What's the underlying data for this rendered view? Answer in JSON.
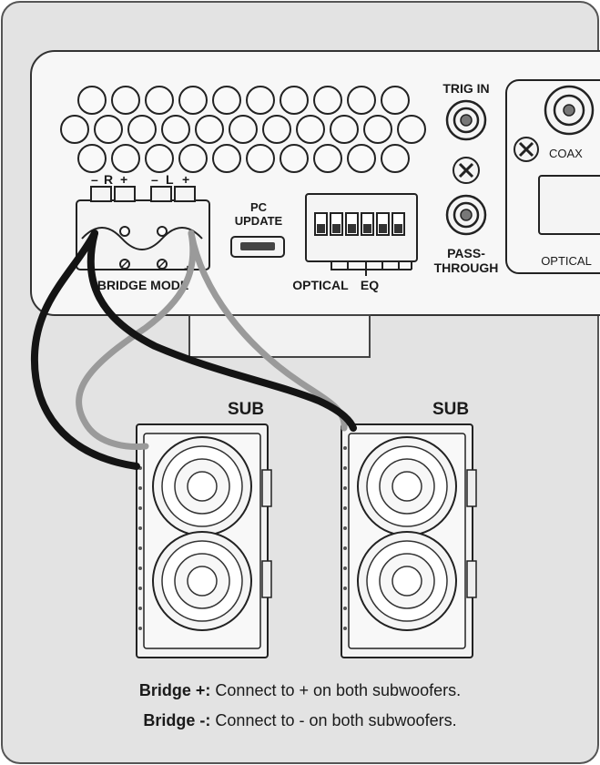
{
  "panel": {
    "terminal": {
      "r_minus": "–",
      "r_label": "R",
      "r_plus": "+",
      "l_minus": "–",
      "l_label": "L",
      "l_plus": "+",
      "bottom_minus": "–",
      "bottom_plus": "+"
    },
    "bridge_mode": "BRIDGE MODE",
    "pc_update_line1": "PC",
    "pc_update_line2": "UPDATE",
    "optical_label": "OPTICAL",
    "eq_label": "EQ",
    "trig_in": "TRIG IN",
    "pass_through_line1": "PASS-",
    "pass_through_line2": "THROUGH",
    "coax": "COAX",
    "optical_port": "OPTICAL"
  },
  "speakers": [
    {
      "label": "SUB"
    },
    {
      "label": "SUB"
    }
  ],
  "legend": [
    {
      "term": "Bridge +:",
      "text": "Connect to + on both subwoofers."
    },
    {
      "term": "Bridge -:",
      "text": "Connect to - on both subwoofers."
    }
  ],
  "colors": {
    "background": "#e3e3e3",
    "wire_black": "#141414",
    "wire_gray": "#9a9a9a",
    "panel": "#f7f7f7"
  }
}
